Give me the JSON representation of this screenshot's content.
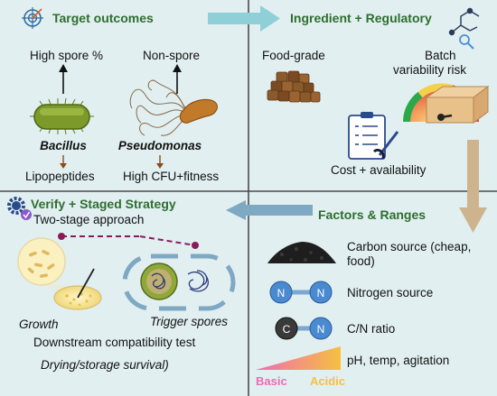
{
  "diagram_data": {
    "panels": [
      {
        "title": "Target outcomes",
        "icon": "target-icon",
        "labels": {
          "high_spore": "High spore %",
          "non_spore": "Non-spore",
          "bacillus": "Bacillus",
          "pseudomonas": "Pseudomonas",
          "lipopeptides": "Lipopeptides",
          "high_cfu": "High CFU+fitness"
        }
      },
      {
        "title": "Ingredient + Regulatory",
        "icon": "molecule-icon",
        "labels": {
          "food_grade": "Food-grade",
          "batch_line1": "Batch",
          "batch_line2": "variability risk",
          "cost": "Cost + availability"
        }
      },
      {
        "title": "Factors & Ranges",
        "items": [
          {
            "icon": "carbon-pile-icon",
            "line1": "Carbon source (cheap,",
            "line2": "food)"
          },
          {
            "icon": "nitrogen-molecule-icon",
            "line1": "Nitrogen source",
            "atom": "N"
          },
          {
            "icon": "cn-molecule-icon",
            "line1": "C/N ratio",
            "atom_c": "C",
            "atom_n": "N"
          },
          {
            "icon": "gradient-bar-icon",
            "line1": "pH, temp, agitation"
          }
        ],
        "gradient_left": "Basic",
        "gradient_right": "Acidic"
      },
      {
        "title": "Verify + Staged Strategy",
        "subtitle": "Two-stage approach",
        "icon": "gear-check-icon",
        "labels": {
          "growth": "Growth",
          "trigger": "Trigger spores",
          "downstream": "Downstream compatibility test",
          "drying": "Drying/storage survival)"
        }
      }
    ],
    "colors": {
      "panel_bg": "#e1eff1",
      "title_green": "#2e6e2e",
      "flow_arrow_teal": "#8fd0d8",
      "flow_arrow_blue": "#7fa8c2",
      "flow_arrow_tan": "#cdb48e",
      "divider": "#4a4a4a",
      "basic": "#f06ab4",
      "acidic": "#f5c040"
    }
  }
}
